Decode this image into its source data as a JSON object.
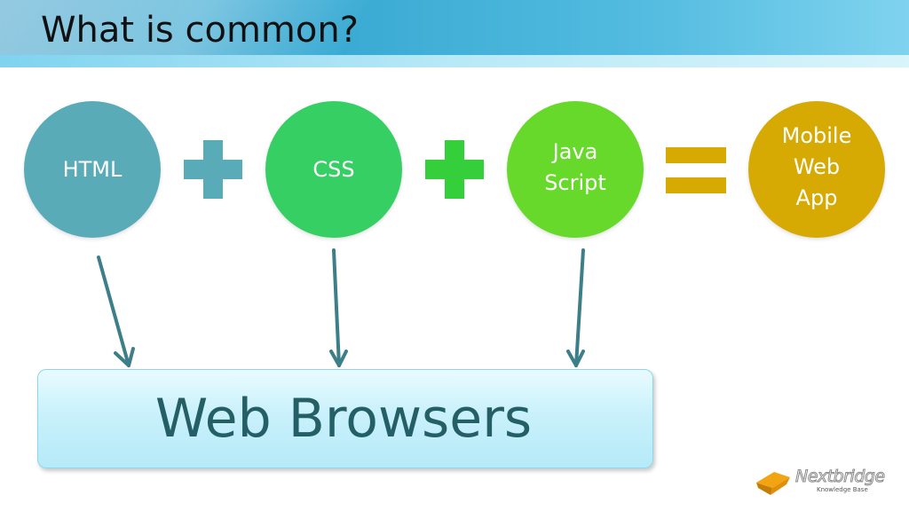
{
  "slide": {
    "title": "What is common?"
  },
  "diagram": {
    "nodes": [
      {
        "id": "html",
        "label": "HTML",
        "color": "#5aabb8"
      },
      {
        "id": "css",
        "label": "CSS",
        "color": "#36cf64"
      },
      {
        "id": "javascript",
        "label": "Java\nScript",
        "color": "#66d92b"
      },
      {
        "id": "mobile-web-app",
        "label": "Mobile\nWeb\nApp",
        "color": "#d6a903"
      }
    ],
    "operators": [
      {
        "symbol": "plus",
        "color": "#5aabb8"
      },
      {
        "symbol": "plus",
        "color": "#34cf3a"
      },
      {
        "symbol": "equals",
        "color": "#d6a903"
      }
    ],
    "target": {
      "label": "Web Browsers"
    },
    "edges": [
      {
        "from": "html",
        "to": "web-browsers"
      },
      {
        "from": "css",
        "to": "web-browsers"
      },
      {
        "from": "javascript",
        "to": "web-browsers"
      }
    ],
    "arrow_color": "#3c7f88"
  },
  "logo": {
    "name": "Nextbridge",
    "tagline": "Knowledge Base"
  }
}
